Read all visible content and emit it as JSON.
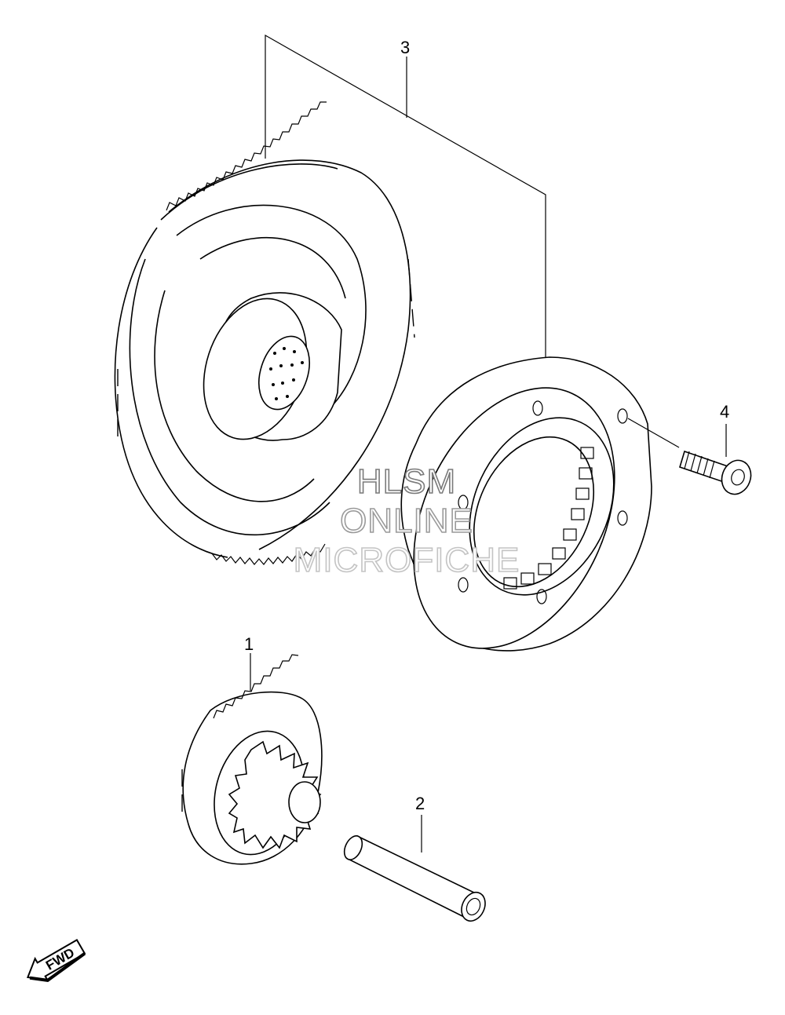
{
  "callouts": [
    {
      "id": "3",
      "label": "3"
    },
    {
      "id": "4",
      "label": "4"
    },
    {
      "id": "1",
      "label": "1"
    },
    {
      "id": "2",
      "label": "2"
    }
  ],
  "watermark": {
    "line1": "HLSM",
    "line2": "ONLINE",
    "line3": "MICROFICHE"
  },
  "fwd_arrow": {
    "label": "FWD"
  }
}
